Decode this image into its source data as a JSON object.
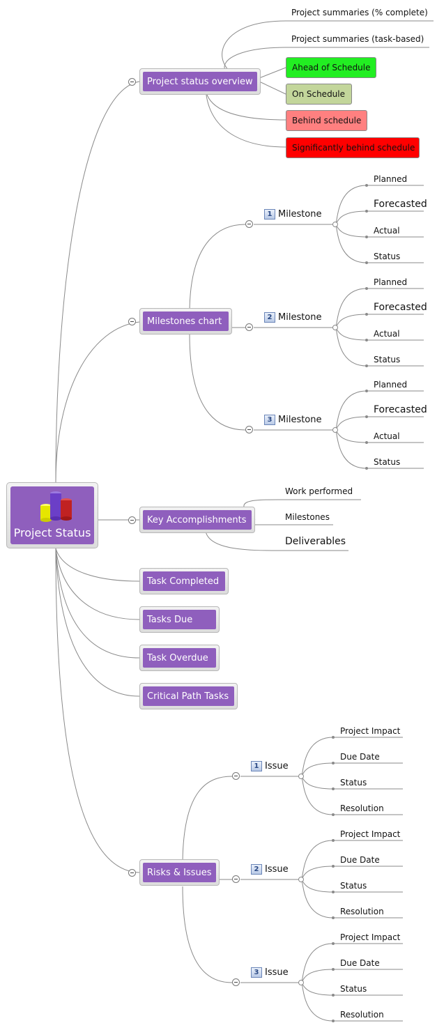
{
  "central": {
    "label": "Project Status",
    "icon": "bar-chart-icon"
  },
  "branches": {
    "overview": {
      "label": "Project status overview",
      "items": [
        "Project summaries (% complete)",
        "Project summaries (task-based)"
      ],
      "statuses": [
        {
          "label": "Ahead of Schedule",
          "color": "#22ee22"
        },
        {
          "label": "On Schedule",
          "color": "#c3d69b"
        },
        {
          "label": "Behind schedule",
          "color": "#ff8080"
        },
        {
          "label": "Significantly behind schedule",
          "color": "#ff0000"
        }
      ]
    },
    "milestones": {
      "label": "Milestones chart",
      "groups": [
        {
          "num": "1",
          "label": "Milestone",
          "children": [
            "Planned",
            "Forecasted",
            "Actual",
            "Status"
          ]
        },
        {
          "num": "2",
          "label": "Milestone",
          "children": [
            "Planned",
            "Forecasted",
            "Actual",
            "Status"
          ]
        },
        {
          "num": "3",
          "label": "Milestone",
          "children": [
            "Planned",
            "Forecasted",
            "Actual",
            "Status"
          ]
        }
      ]
    },
    "accomplishments": {
      "label": "Key Accomplishments",
      "children": [
        "Work performed",
        "Milestones",
        "Deliverables"
      ]
    },
    "simple": [
      "Task Completed",
      "Tasks Due",
      "Task Overdue",
      "Critical Path Tasks"
    ],
    "risks": {
      "label": "Risks & Issues",
      "groups": [
        {
          "num": "1",
          "label": "Issue",
          "children": [
            "Project Impact",
            "Due Date",
            "Status",
            "Resolution"
          ]
        },
        {
          "num": "2",
          "label": "Issue",
          "children": [
            "Project Impact",
            "Due Date",
            "Status",
            "Resolution"
          ]
        },
        {
          "num": "3",
          "label": "Issue",
          "children": [
            "Project Impact",
            "Due Date",
            "Status",
            "Resolution"
          ]
        }
      ]
    }
  }
}
